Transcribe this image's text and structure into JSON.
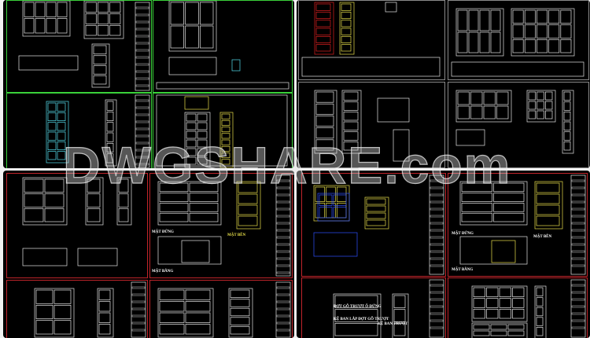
{
  "colors": {
    "tl_border": "#3ad13a",
    "tr_border": "#8a8a8a",
    "bl_border": "#c0242a",
    "br_border": "#c0242a",
    "line": "#e6e6e6",
    "cyan": "#55e0f0",
    "yellow": "#e8e04a",
    "blue": "#3050ff",
    "red": "#e02020"
  },
  "watermark": "DWGSHARE.com",
  "labels": {
    "mat_dung": "MẶT ĐỨNG",
    "mat_ben": "MẶT BÊN",
    "mat_bang": "MẶT BẰNG",
    "mat_bang2": "MẶT BẰNG",
    "dot_go": "ĐỢT GỖ TRƯỢT Ô ĐỨNG",
    "ke_ban": "KỆ BAN LẮP ĐỢT GỖ TRƯỢT",
    "ke_ban2": "KỆ BAN TRƯỢT"
  }
}
